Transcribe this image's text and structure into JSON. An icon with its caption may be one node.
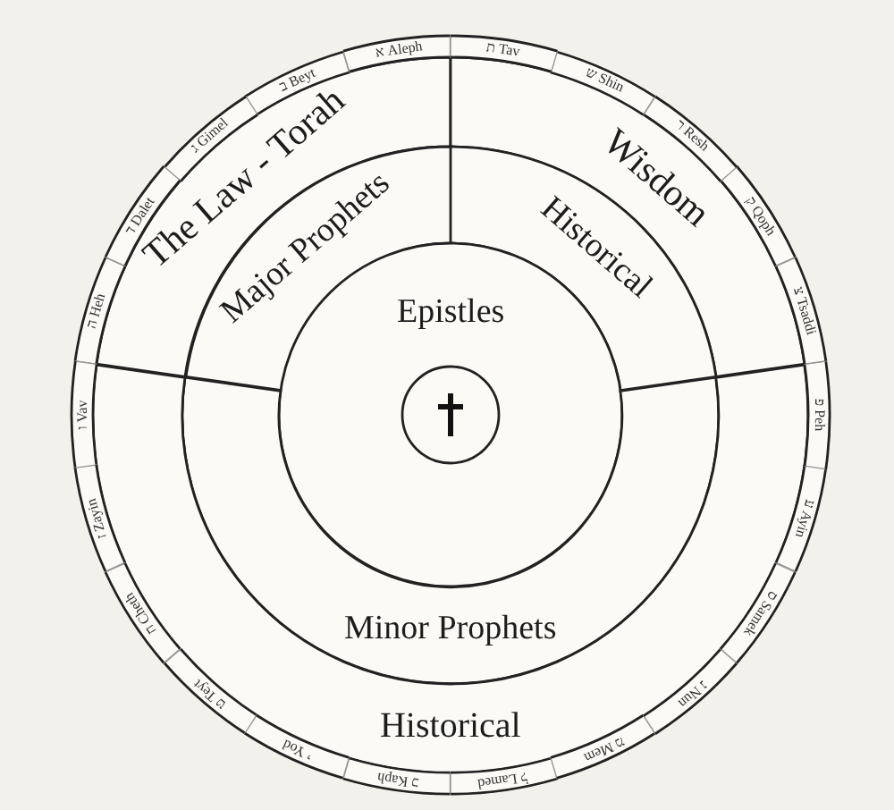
{
  "diagram": {
    "nodes": [
      {
        "text": [
          "The Law - Torah"
        ]
      },
      {
        "text": [
          "Wisdom"
        ]
      },
      {
        "text": [
          "Major Prophets"
        ]
      },
      {
        "text": [
          "Historical"
        ]
      },
      {
        "text": [
          "Epistles"
        ]
      },
      {
        "text": [],
        "shape": "circle",
        "in": 4
      },
      {
        "text": [
          "Minor Prophets"
        ]
      },
      {
        "text": [
          "Historical"
        ]
      },
      {
        "text": [
          "א Aleph"
        ]
      },
      {
        "text": [
          "ב Beyt"
        ]
      },
      {
        "text": [
          "ג Gimel"
        ]
      },
      {
        "text": [
          "ד Dalet"
        ]
      },
      {
        "text": [
          "ה Heh"
        ]
      },
      {
        "text": [
          "ו Vav"
        ]
      },
      {
        "text": [
          "ז Zayin"
        ]
      },
      {
        "text": [
          "ח Cheth"
        ]
      },
      {
        "text": [
          "ט Teyt"
        ]
      },
      {
        "text": [
          "י Yod"
        ]
      },
      {
        "text": [
          "כ Kaph"
        ]
      },
      {
        "text": [
          "ל Lamed"
        ]
      },
      {
        "text": [
          "מ Mem"
        ]
      },
      {
        "text": [
          "נ Nun"
        ]
      },
      {
        "text": [
          "ס Samek"
        ]
      },
      {
        "text": [
          "ע Ayin"
        ]
      },
      {
        "text": [
          "פ Peh"
        ]
      },
      {
        "text": [
          "צ Tsaddi"
        ]
      },
      {
        "text": [
          "ק Qoph"
        ]
      },
      {
        "text": [
          "ר Resh"
        ]
      },
      {
        "text": [
          "ש Shin"
        ]
      },
      {
        "text": [
          "ת Tav"
        ]
      }
    ]
  }
}
